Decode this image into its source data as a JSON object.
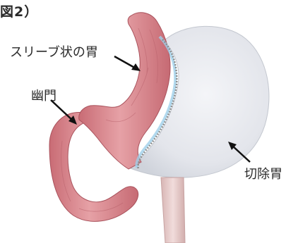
{
  "figure": {
    "label": "図2）"
  },
  "annotations": {
    "sleeve_stomach": "スリーブ状の胃",
    "pylorus": "幽門",
    "resected_stomach": "切除胃"
  },
  "colors": {
    "stomach_pink": "#d97f86",
    "stomach_pink_dark": "#b45c66",
    "resected_gray": "#e7e9ee",
    "staple_line": "#8e8e8e",
    "esophagus": "#e9c9c8",
    "highlight_blue": "#9fd0ea"
  }
}
